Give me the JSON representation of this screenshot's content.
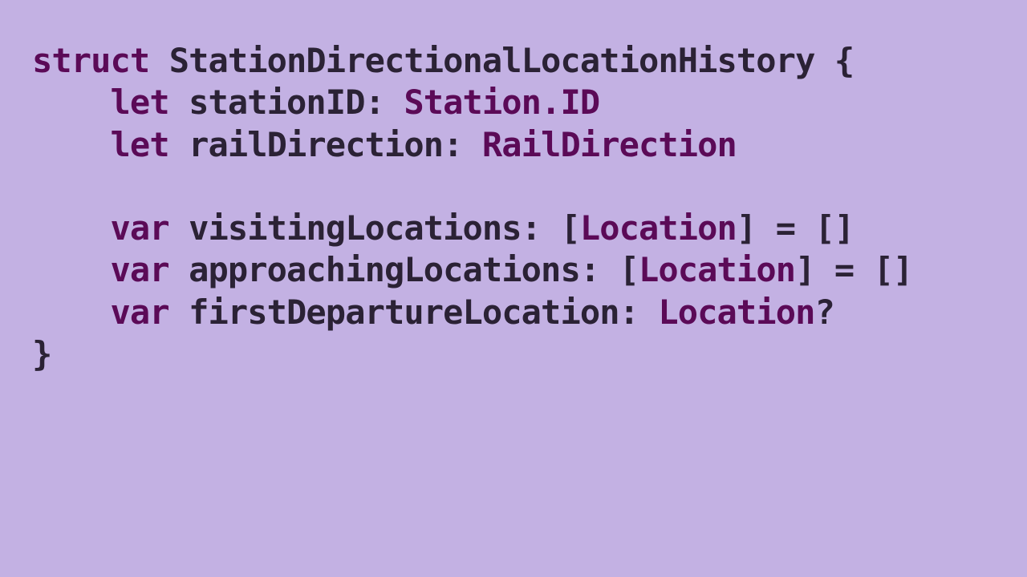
{
  "colors": {
    "background": "#c3b1e3",
    "keyword": "#5b0a57",
    "type": "#5b0a57",
    "plain": "#2b2235"
  },
  "code": {
    "lines": [
      [
        {
          "cls": "kw",
          "text": "struct"
        },
        {
          "cls": "pl",
          "text": " StationDirectionalLocationHistory {"
        }
      ],
      [
        {
          "cls": "pl",
          "text": "    "
        },
        {
          "cls": "kw",
          "text": "let"
        },
        {
          "cls": "pl",
          "text": " stationID: "
        },
        {
          "cls": "ty",
          "text": "Station.ID"
        }
      ],
      [
        {
          "cls": "pl",
          "text": "    "
        },
        {
          "cls": "kw",
          "text": "let"
        },
        {
          "cls": "pl",
          "text": " railDirection: "
        },
        {
          "cls": "ty",
          "text": "RailDirection"
        }
      ],
      [],
      [
        {
          "cls": "pl",
          "text": "    "
        },
        {
          "cls": "kw",
          "text": "var"
        },
        {
          "cls": "pl",
          "text": " visitingLocations: ["
        },
        {
          "cls": "ty",
          "text": "Location"
        },
        {
          "cls": "pl",
          "text": "] = []"
        }
      ],
      [
        {
          "cls": "pl",
          "text": "    "
        },
        {
          "cls": "kw",
          "text": "var"
        },
        {
          "cls": "pl",
          "text": " approachingLocations: ["
        },
        {
          "cls": "ty",
          "text": "Location"
        },
        {
          "cls": "pl",
          "text": "] = []"
        }
      ],
      [
        {
          "cls": "pl",
          "text": "    "
        },
        {
          "cls": "kw",
          "text": "var"
        },
        {
          "cls": "pl",
          "text": " firstDepartureLocation: "
        },
        {
          "cls": "ty",
          "text": "Location"
        },
        {
          "cls": "pl",
          "text": "?"
        }
      ],
      [
        {
          "cls": "pl",
          "text": "}"
        }
      ]
    ]
  }
}
